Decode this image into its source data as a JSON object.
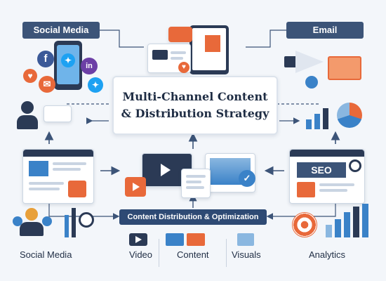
{
  "title": {
    "line1": "Multi-Channel Content",
    "line2": "& Distribution Strategy"
  },
  "labels": {
    "social_media_top": "Social Media",
    "email": "Email",
    "seo": "SEO",
    "optimization": "Content Distribution & Optimization",
    "social_media_bottom": "Social Media",
    "video": "Video",
    "content": "Content",
    "visuals": "Visuals",
    "analytics": "Analytics"
  },
  "icons": {
    "facebook": "f",
    "twitter": "✦",
    "linkedin": "in",
    "heart": "♥",
    "mail": "✉"
  },
  "colors": {
    "navy": "#3c5478",
    "dark_navy": "#2e4a74",
    "orange": "#e8693a",
    "blue": "#3a82c8",
    "light_blue": "#8ab7e0"
  }
}
